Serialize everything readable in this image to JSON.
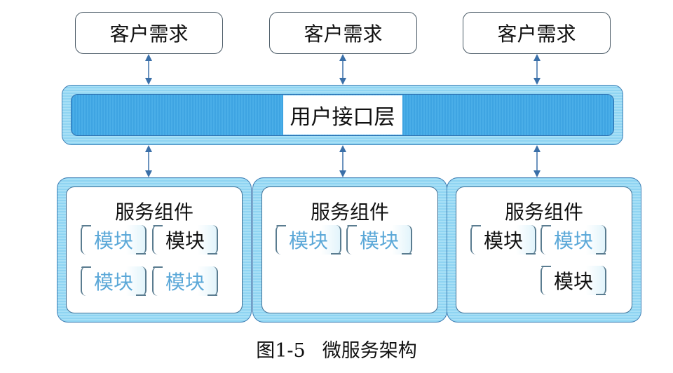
{
  "clients": [
    {
      "label": "客户需求"
    },
    {
      "label": "客户需求"
    },
    {
      "label": "客户需求"
    }
  ],
  "user_interface_layer": {
    "label": "用户接口层"
  },
  "service_components": [
    {
      "title": "服务组件",
      "modules": [
        {
          "label": "模块",
          "style": "blue"
        },
        {
          "label": "模块",
          "style": "dark"
        },
        {
          "label": "模块",
          "style": "blue"
        },
        {
          "label": "模块",
          "style": "blue"
        }
      ]
    },
    {
      "title": "服务组件",
      "modules": [
        {
          "label": "模块",
          "style": "blue"
        },
        {
          "label": "模块",
          "style": "blue"
        }
      ]
    },
    {
      "title": "服务组件",
      "modules": [
        {
          "label": "模块",
          "style": "dark"
        },
        {
          "label": "模块",
          "style": "blue"
        },
        {
          "label": "模块",
          "style": "dark"
        }
      ]
    }
  ],
  "caption": {
    "figure_number": "图1-5",
    "title": "微服务架构"
  },
  "colors": {
    "layer_fill": "#9adaf4",
    "inner_bar": "#3ea4e2",
    "border": "#3f7fb5",
    "module_blue_text": "#5ba8d8"
  }
}
